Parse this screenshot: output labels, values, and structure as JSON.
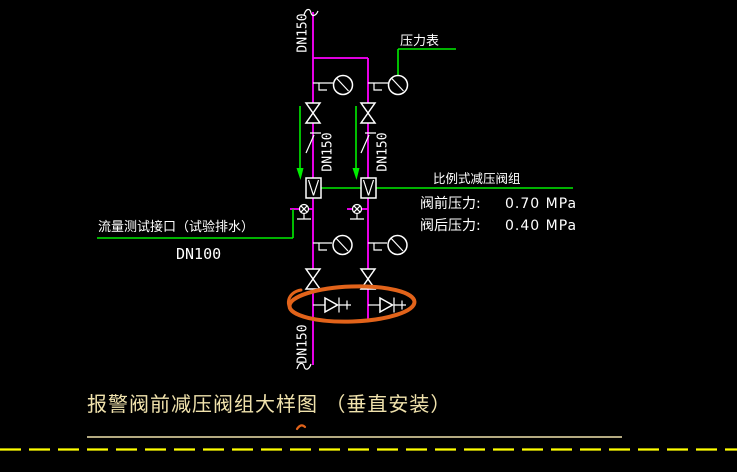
{
  "colors": {
    "background": "#000000",
    "pipe": "#ff00ff",
    "annotation_green": "#00ee00",
    "symbol_white": "#ffffff",
    "highlight_orange": "#e2631a",
    "title_yellow": "#f0e2ac",
    "dashed_yellow": "#ffff00"
  },
  "labels": {
    "dn_top": "DN150",
    "dn_mid_left": "DN150",
    "dn_mid_right": "DN150",
    "dn_bottom": "DN150",
    "pressure_gauge": "压力表",
    "valve_group": "比例式减压阀组",
    "upstream_label": "阀前压力:",
    "upstream_value": "0.70 MPa",
    "downstream_label": "阀后压力:",
    "downstream_value": "0.40 MPa",
    "flow_test": "流量测试接口（试验排水）",
    "dn_drain": "DN100"
  },
  "title": "报警阀前减压阀组大样图 （垂直安装）"
}
